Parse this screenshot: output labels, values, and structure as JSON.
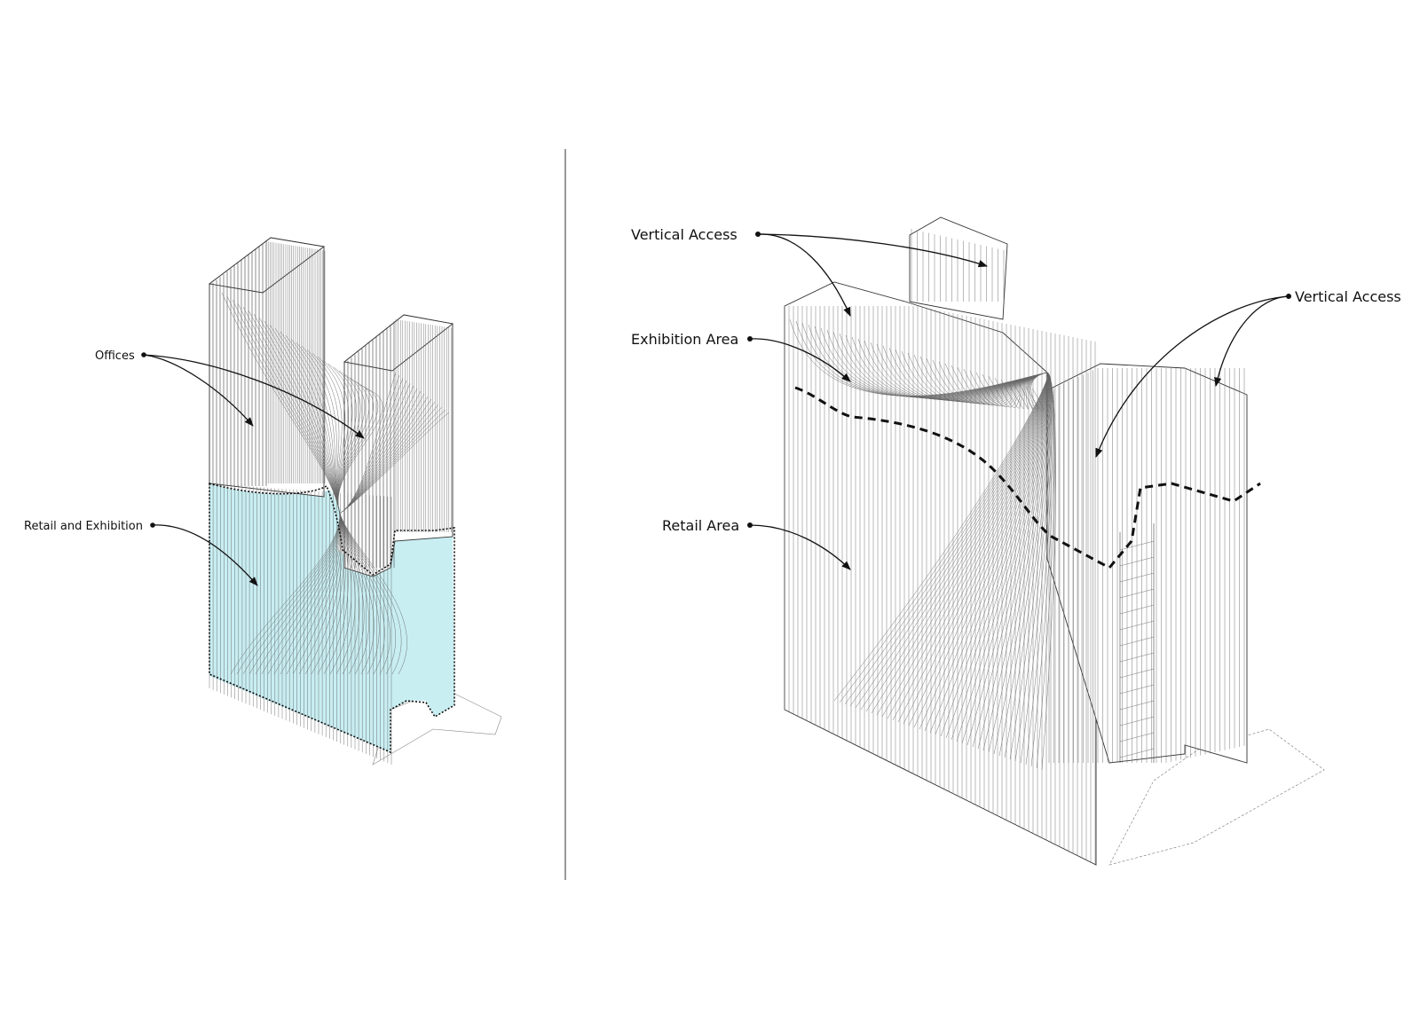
{
  "colors": {
    "retail_fill": "#c8eef2",
    "line": "#333333",
    "background": "#ffffff"
  },
  "left_diagram": {
    "labels": {
      "offices": "Offices",
      "retail_exhibition": "Retail and Exhibition"
    }
  },
  "right_diagram": {
    "labels": {
      "vertical_access_left": "Vertical Access",
      "vertical_access_right": "Vertical Access",
      "exhibition_area": "Exhibition Area",
      "retail_area": "Retail Area"
    }
  }
}
